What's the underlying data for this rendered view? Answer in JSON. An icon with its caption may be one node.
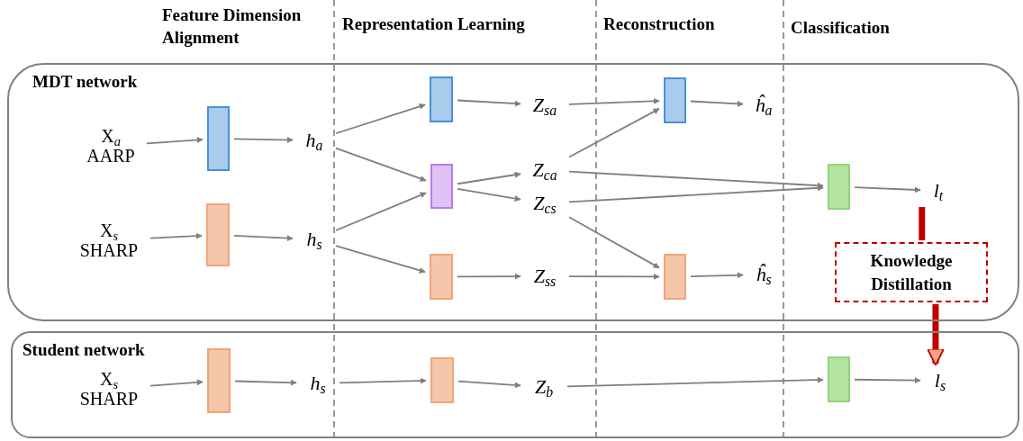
{
  "diagram": {
    "nodes": [
      {
        "text": [
          "MDT network"
        ]
      },
      {
        "text": [
          "X$_{a}$ AARP"
        ],
        "in": 0
      },
      {
        "text": [],
        "shape": "box",
        "in": 0
      },
      {
        "text": [
          "h$_{a}$"
        ],
        "in": 0
      },
      {
        "text": [
          "X$_{s}$ SHARP"
        ],
        "in": 0
      },
      {
        "text": [],
        "shape": "box",
        "in": 0
      },
      {
        "text": [
          "h$_{s}$"
        ],
        "in": 0
      },
      {
        "text": [],
        "shape": "box",
        "in": 0
      },
      {
        "text": [],
        "shape": "box",
        "in": 0
      },
      {
        "text": [],
        "shape": "box",
        "in": 0
      },
      {
        "text": [
          "Z$_{sa}$"
        ],
        "in": 0
      },
      {
        "text": [
          "Z$_{ca}$"
        ],
        "in": 0
      },
      {
        "text": [
          "Z$_{cs}$"
        ],
        "in": 0
      },
      {
        "text": [
          "Z$_{ss}$"
        ],
        "in": 0
      },
      {
        "text": [],
        "shape": "box",
        "in": 0
      },
      {
        "text": [],
        "shape": "box",
        "in": 0
      },
      {
        "text": [
          "ĥ$_{a}$"
        ],
        "in": 0
      },
      {
        "text": [
          "ĥ$_{s}$"
        ],
        "in": 0
      },
      {
        "text": [],
        "shape": "box",
        "in": 0
      },
      {
        "text": [
          "l$_{t}$"
        ],
        "in": 0
      },
      {
        "text": [
          "Knowledge Distillation"
        ],
        "in": 0
      },
      {
        "text": [
          "Student network"
        ]
      },
      {
        "text": [
          "X$_{s}$ SHARP"
        ],
        "in": 21
      },
      {
        "text": [],
        "shape": "box",
        "in": 21
      },
      {
        "text": [
          "h$_{s}$"
        ],
        "in": 21
      },
      {
        "text": [],
        "shape": "box",
        "in": 21
      },
      {
        "text": [
          "Z$_{b}$"
        ],
        "in": 21
      },
      {
        "text": [],
        "shape": "box",
        "in": 21
      },
      {
        "text": [
          "l$_{s}$"
        ],
        "in": 21
      }
    ],
    "edges": [
      {
        "from": 1,
        "to": 2,
        "arrow": "to"
      },
      {
        "from": 2,
        "to": 3,
        "arrow": "to"
      },
      {
        "from": 3,
        "to": 7,
        "arrow": "to"
      },
      {
        "from": 3,
        "to": 8,
        "arrow": "to"
      },
      {
        "from": 4,
        "to": 5,
        "arrow": "to"
      },
      {
        "from": 5,
        "to": 6,
        "arrow": "to"
      },
      {
        "from": 6,
        "to": 8,
        "arrow": "to"
      },
      {
        "from": 6,
        "to": 9,
        "arrow": "to"
      },
      {
        "from": 7,
        "to": 10,
        "arrow": "to"
      },
      {
        "from": 8,
        "to": 11,
        "arrow": "to"
      },
      {
        "from": 8,
        "to": 12,
        "arrow": "to"
      },
      {
        "from": 9,
        "to": 13,
        "arrow": "to"
      },
      {
        "from": 10,
        "to": 14,
        "arrow": "to"
      },
      {
        "from": 11,
        "to": 14,
        "arrow": "to"
      },
      {
        "from": 11,
        "to": 18,
        "arrow": "to"
      },
      {
        "from": 12,
        "to": 18,
        "arrow": "to"
      },
      {
        "from": 12,
        "to": 15,
        "arrow": "to"
      },
      {
        "from": 13,
        "to": 15,
        "arrow": "to"
      },
      {
        "from": 14,
        "to": 16,
        "arrow": "to"
      },
      {
        "from": 15,
        "to": 17,
        "arrow": "to"
      },
      {
        "from": 18,
        "to": 19,
        "arrow": "to"
      },
      {
        "from": 19,
        "to": 20,
        "arrow": "none",
        "style": "thick",
        "color": "#c00000"
      },
      {
        "from": 20,
        "to": 28,
        "arrow": "to",
        "style": "thick",
        "color": "#c00000"
      },
      {
        "from": 22,
        "to": 23,
        "arrow": "to"
      },
      {
        "from": 23,
        "to": 24,
        "arrow": "to"
      },
      {
        "from": 24,
        "to": 25,
        "arrow": "to"
      },
      {
        "from": 25,
        "to": 26,
        "arrow": "to"
      },
      {
        "from": 26,
        "to": 27,
        "arrow": "to"
      },
      {
        "from": 27,
        "to": 28,
        "arrow": "to"
      }
    ],
    "labels": [
      "Feature Dimension Alignment",
      "Representation Learning",
      "Reconstruction",
      "Classification"
    ]
  }
}
